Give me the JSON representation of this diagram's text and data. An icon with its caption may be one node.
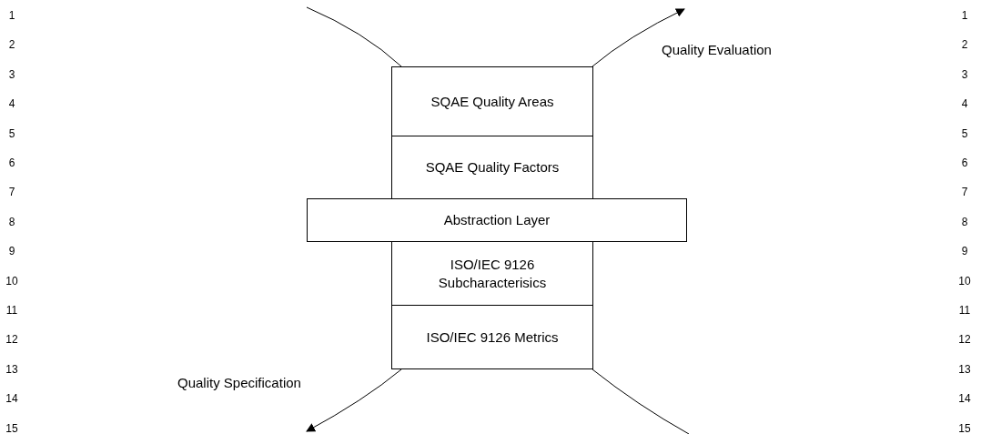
{
  "diagram": {
    "nodes": [
      {
        "text": [
          "SQAE Quality Areas"
        ]
      },
      {
        "text": [
          "SQAE Quality Factors"
        ]
      },
      {
        "text": [
          "Abstraction Layer"
        ]
      },
      {
        "text": [
          "ISO/IEC 9126 Subcharacterisics"
        ]
      },
      {
        "text": [
          "ISO/IEC 9126 Metrics"
        ]
      }
    ],
    "edges": [
      {
        "from": null,
        "to": 0,
        "arrow": "none"
      },
      {
        "from": 0,
        "to": null,
        "arrow": "to",
        "label": "Quality Evaluation"
      },
      {
        "from": 4,
        "to": null,
        "arrow": "to",
        "label": "Quality Specification"
      },
      {
        "from": 4,
        "to": null,
        "arrow": "none"
      }
    ],
    "labels": [
      "1",
      "1",
      "2",
      "2",
      "3",
      "3",
      "4",
      "4",
      "5",
      "5",
      "6",
      "6",
      "7",
      "7",
      "8",
      "8",
      "9",
      "9",
      "10",
      "10",
      "11",
      "11",
      "12",
      "12",
      "13",
      "13",
      "14",
      "14",
      "15",
      "15"
    ]
  }
}
